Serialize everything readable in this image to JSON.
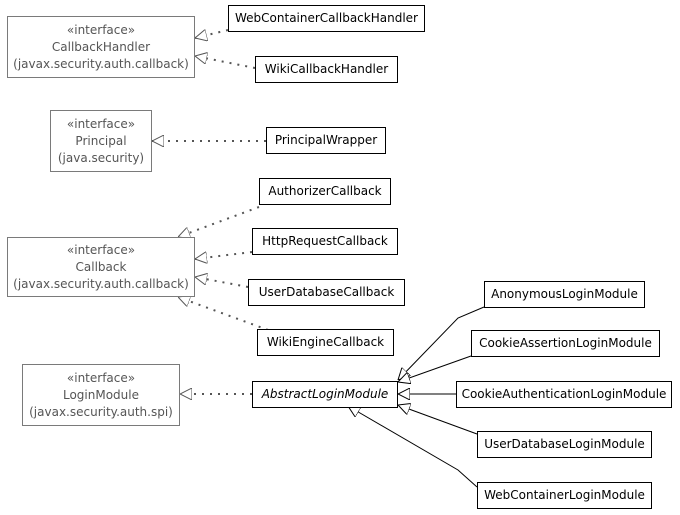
{
  "interfaces": {
    "callback_handler": {
      "stereotype": "«interface»",
      "name": "CallbackHandler",
      "package": "(javax.security.auth.callback)"
    },
    "principal": {
      "stereotype": "«interface»",
      "name": "Principal",
      "package": "(java.security)"
    },
    "callback": {
      "stereotype": "«interface»",
      "name": "Callback",
      "package": "(javax.security.auth.callback)"
    },
    "login_module": {
      "stereotype": "«interface»",
      "name": "LoginModule",
      "package": "(javax.security.auth.spi)"
    }
  },
  "classes": {
    "web_container_callback_handler": "WebContainerCallbackHandler",
    "wiki_callback_handler": "WikiCallbackHandler",
    "principal_wrapper": "PrincipalWrapper",
    "authorizer_callback": "AuthorizerCallback",
    "http_request_callback": "HttpRequestCallback",
    "user_database_callback": "UserDatabaseCallback",
    "wiki_engine_callback": "WikiEngineCallback",
    "abstract_login_module": "AbstractLoginModule",
    "anonymous_login_module": "AnonymousLoginModule",
    "cookie_assertion_login_module": "CookieAssertionLoginModule",
    "cookie_authentication_login_module": "CookieAuthenticationLoginModule",
    "user_database_login_module": "UserDatabaseLoginModule",
    "web_container_login_module": "WebContainerLoginModule"
  },
  "colors": {
    "interface_border": "#7a7a7a",
    "interface_text": "#555555",
    "class_border": "#000000",
    "realization_line": "#555555"
  }
}
